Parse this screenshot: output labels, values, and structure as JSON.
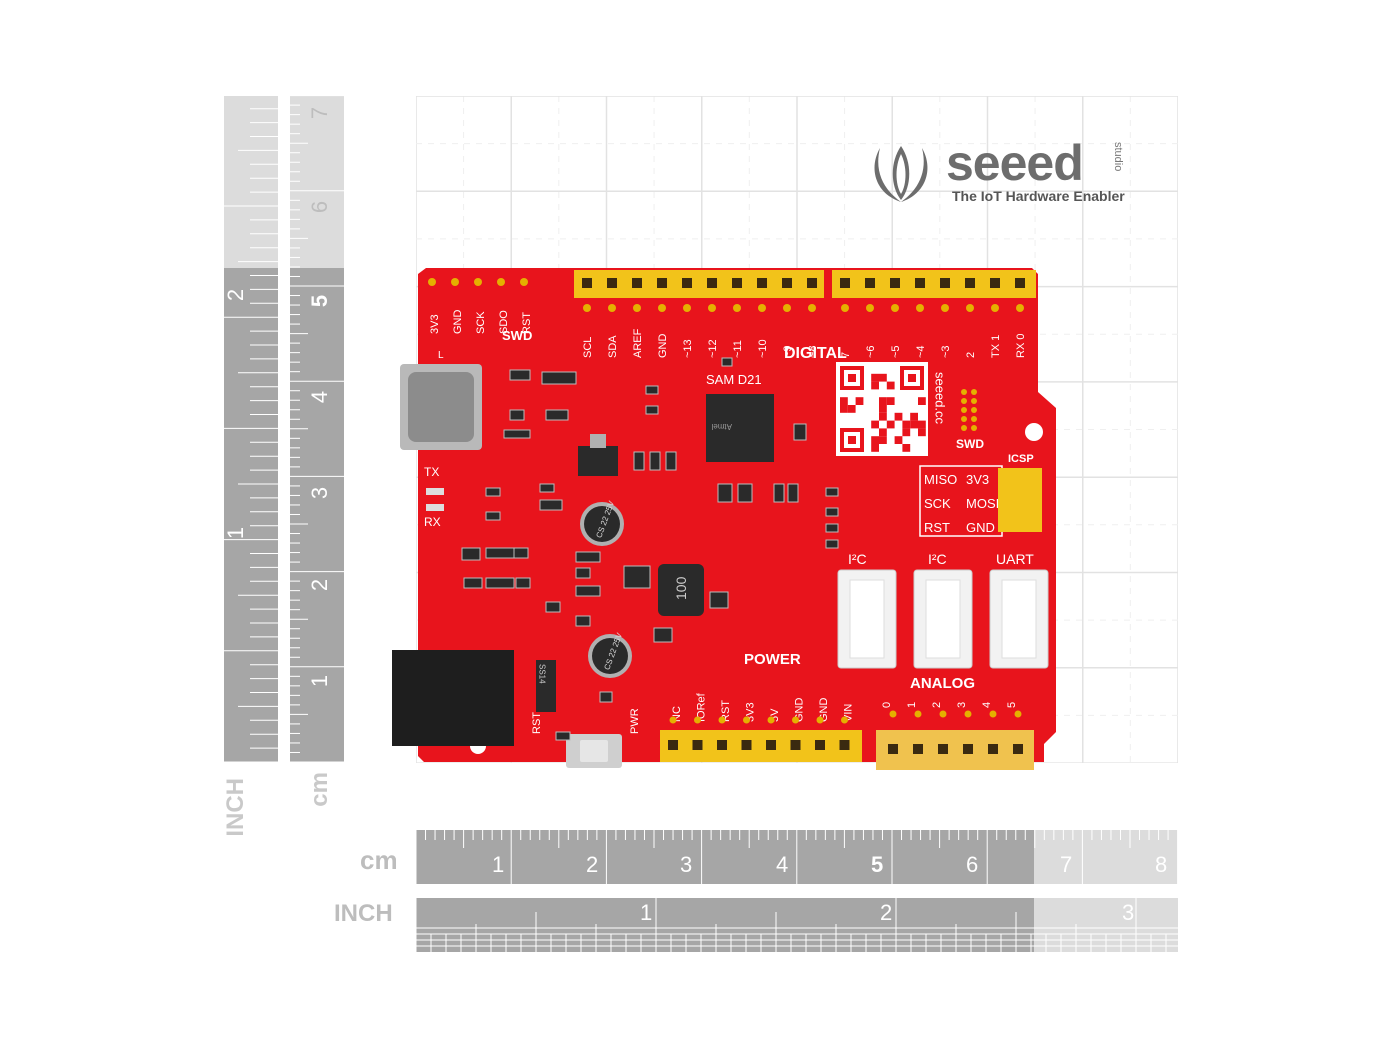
{
  "brand": {
    "name": "seeed",
    "suffix": "studio",
    "tagline": "The IoT Hardware Enabler",
    "color": "#6d6d6d"
  },
  "rulers": {
    "left_inch_label": "INCH",
    "left_cm_label": "cm",
    "left_inch_numbers": [
      "2",
      "1"
    ],
    "left_cm_numbers": [
      "7",
      "6",
      "5",
      "4",
      "3",
      "2",
      "1"
    ],
    "bottom_cm_label": "cm",
    "bottom_inch_label": "INCH",
    "bottom_cm_numbers": [
      "1",
      "2",
      "3",
      "4",
      "5",
      "6",
      "7",
      "8"
    ],
    "bottom_inch_numbers": [
      "1",
      "2",
      "3"
    ]
  },
  "board": {
    "color": "#e8141c",
    "header_color": "#f2c31a",
    "labels": {
      "swd_top": "SWD",
      "swd_right": "SWD",
      "digital": "DIGITAL",
      "power": "POWER",
      "analog": "ANALOG",
      "icsp": "ICSP",
      "mcu": "SAM D21",
      "qr_text": "seeed.cc",
      "i2c_1": "I²C",
      "i2c_2": "I²C",
      "uart": "UART",
      "tx": "TX",
      "rx": "RX",
      "rst": "RST",
      "pwr": "PWR",
      "l": "L",
      "inductor": "100",
      "cap1": "CS 22 25V",
      "cap2": "CS 22 25V",
      "diode": "SS14",
      "chip_atmel": "Atmel"
    },
    "swd_pins": [
      "3V3",
      "GND",
      "SCK",
      "SDO",
      "RST"
    ],
    "digital_left_pins": [
      "SCL",
      "SDA",
      "AREF",
      "GND",
      "~13",
      "~12",
      "~11",
      "~10",
      "~9",
      "~8"
    ],
    "digital_right_pins": [
      "7",
      "~6",
      "~5",
      "~4",
      "~3",
      "2",
      "TX 1",
      "RX 0"
    ],
    "power_pins": [
      "NC",
      "IORef",
      "RST",
      "3V3",
      "5V",
      "GND",
      "GND",
      "VIN"
    ],
    "analog_pins": [
      "0",
      "1",
      "2",
      "3",
      "4",
      "5"
    ],
    "icsp_rows": [
      {
        "left": "MISO",
        "right": "3V3"
      },
      {
        "left": "SCK",
        "right": "MOSI"
      },
      {
        "left": "RST",
        "right": "GND"
      }
    ]
  }
}
